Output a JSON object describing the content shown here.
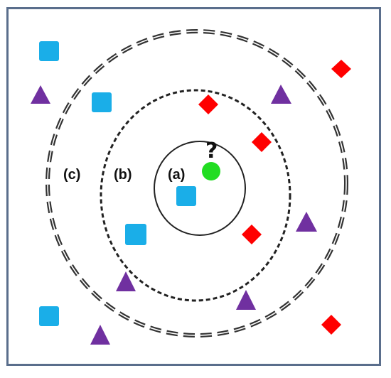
{
  "colors": {
    "square": "#1aaee8",
    "triangle": "#7030a0",
    "diamond": "#ff0000",
    "query": "#22dd22",
    "line": "#222222",
    "border": "#5a6e8c"
  },
  "regions": {
    "a": {
      "label": "(a)"
    },
    "b": {
      "label": "(b)"
    },
    "c": {
      "label": "(c)"
    }
  },
  "query_point": {
    "label": "?"
  },
  "legend_shapes": {
    "square": "square-icon",
    "triangle": "triangle-icon",
    "diamond": "diamond-icon",
    "query": "circle-icon"
  }
}
